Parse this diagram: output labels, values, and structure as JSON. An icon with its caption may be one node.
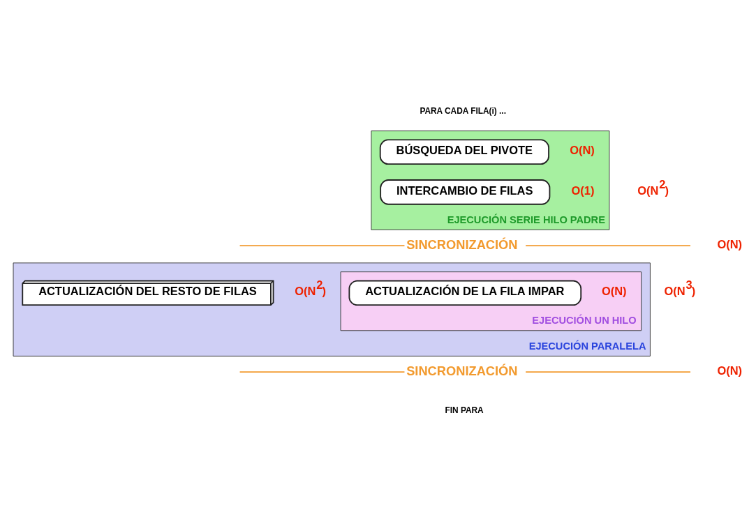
{
  "diagram": {
    "nodes": [
      {
        "text": [
          "EJECUCIÓN SERIE HILO PADRE"
        ],
        "beside": [
          "O(N$^{2}$)"
        ]
      },
      {
        "text": [
          "BÚSQUEDA DEL PIVOTE"
        ],
        "in": 0,
        "beside": [
          "O(N)"
        ]
      },
      {
        "text": [
          "INTERCAMBIO DE FILAS"
        ],
        "in": 0,
        "beside": [
          "O(1)"
        ]
      },
      {
        "text": [
          "EJECUCIÓN PARALELA"
        ],
        "beside": [
          "O(N$^{3}$)"
        ]
      },
      {
        "text": [
          "EJECUCIÓN UN HILO"
        ],
        "in": 3
      },
      {
        "text": [
          "ACTUALIZACIÓN DE LA FILA IMPAR"
        ],
        "in": 4,
        "beside": [
          "O(N)"
        ]
      },
      {
        "text": [
          "ACTUALIZACIÓN DEL RESTO DE FILAS"
        ],
        "in": 3,
        "beside": [
          "O(N$^{2}$)"
        ]
      }
    ],
    "labels": [
      "PARA CADA FILA(i) ...",
      "SINCRONIZACIÓN",
      "O(N)",
      "SINCRONIZACIÓN",
      "O(N)",
      "FIN PARA"
    ]
  }
}
